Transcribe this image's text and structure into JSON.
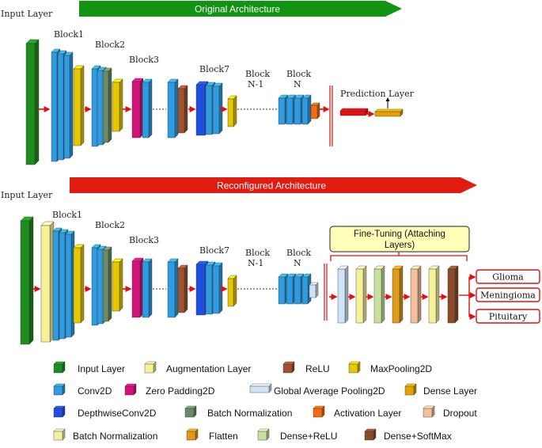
{
  "banners": {
    "original": "Original Architecture",
    "reconfigured": "Reconfigured Architecture"
  },
  "labels": {
    "input_layer": "Input Layer",
    "block1": "Block1",
    "block2": "Block2",
    "block3": "Block3",
    "block7": "Block7",
    "block_n_minus_1_line1": "Block",
    "block_n_minus_1_line2": "N-1",
    "block_n_line1": "Block",
    "block_n_line2": "N",
    "prediction_layer": "Prediction Layer",
    "fine_tuning_line1": "Fine-Tuning (Attaching",
    "fine_tuning_line2": "Layers)"
  },
  "outputs": [
    "Glioma",
    "Meningioma",
    "Pituitary"
  ],
  "legend": [
    {
      "label": "Input Layer",
      "color": "#1e8c1e"
    },
    {
      "label": "Augmentation Layer",
      "color": "#f6f29a"
    },
    {
      "label": "ReLU",
      "color": "#a0522d"
    },
    {
      "label": "MaxPooling2D",
      "color": "#e6c800"
    },
    {
      "label": "Conv2D",
      "color": "#2f9be0"
    },
    {
      "label": "Zero Padding2D",
      "color": "#d0127a"
    },
    {
      "label": "Global Average Pooling2D",
      "color": "#cfe4f7"
    },
    {
      "label": "Dense Layer",
      "color": "#e6a100"
    },
    {
      "label": "DepthwiseConv2D",
      "color": "#1f4fe0"
    },
    {
      "label": "Batch Normalization",
      "color": "#6a8b68"
    },
    {
      "label": "Activation Layer",
      "color": "#f26b10"
    },
    {
      "label": "Dropout",
      "color": "#f3c09a"
    },
    {
      "label": "Batch Normalization",
      "color": "#f3f0a0"
    },
    {
      "label": "Flatten",
      "color": "#e09a1a"
    },
    {
      "label": "Dense+ReLU",
      "color": "#c8e0a0"
    },
    {
      "label": "Dense+SoftMax",
      "color": "#8b4a2a"
    }
  ],
  "colors": {
    "banner_green": "#119411",
    "banner_red": "#e11b10",
    "arrow_red": "#e01010",
    "input_green": "#1e8c1e",
    "conv_blue": "#2f9be0",
    "maxpool_yellow": "#e6c800",
    "batchnorm_gray": "#6a8b68",
    "zeropad_magenta": "#d0127a",
    "relu_brown": "#a0522d",
    "depthwise_blue": "#1f4fe0",
    "activation_orange": "#f26b10",
    "dense_orange": "#e6a100",
    "aug_yellow": "#f6f29a",
    "gap_lightblue": "#cfe4f7",
    "dense_relu_green": "#c8e0a0",
    "dropout_peach": "#f3c09a",
    "flatten_orange": "#e09a1a",
    "softmax_brown": "#8b4a2a",
    "finetune_box": "#ffffb8"
  }
}
